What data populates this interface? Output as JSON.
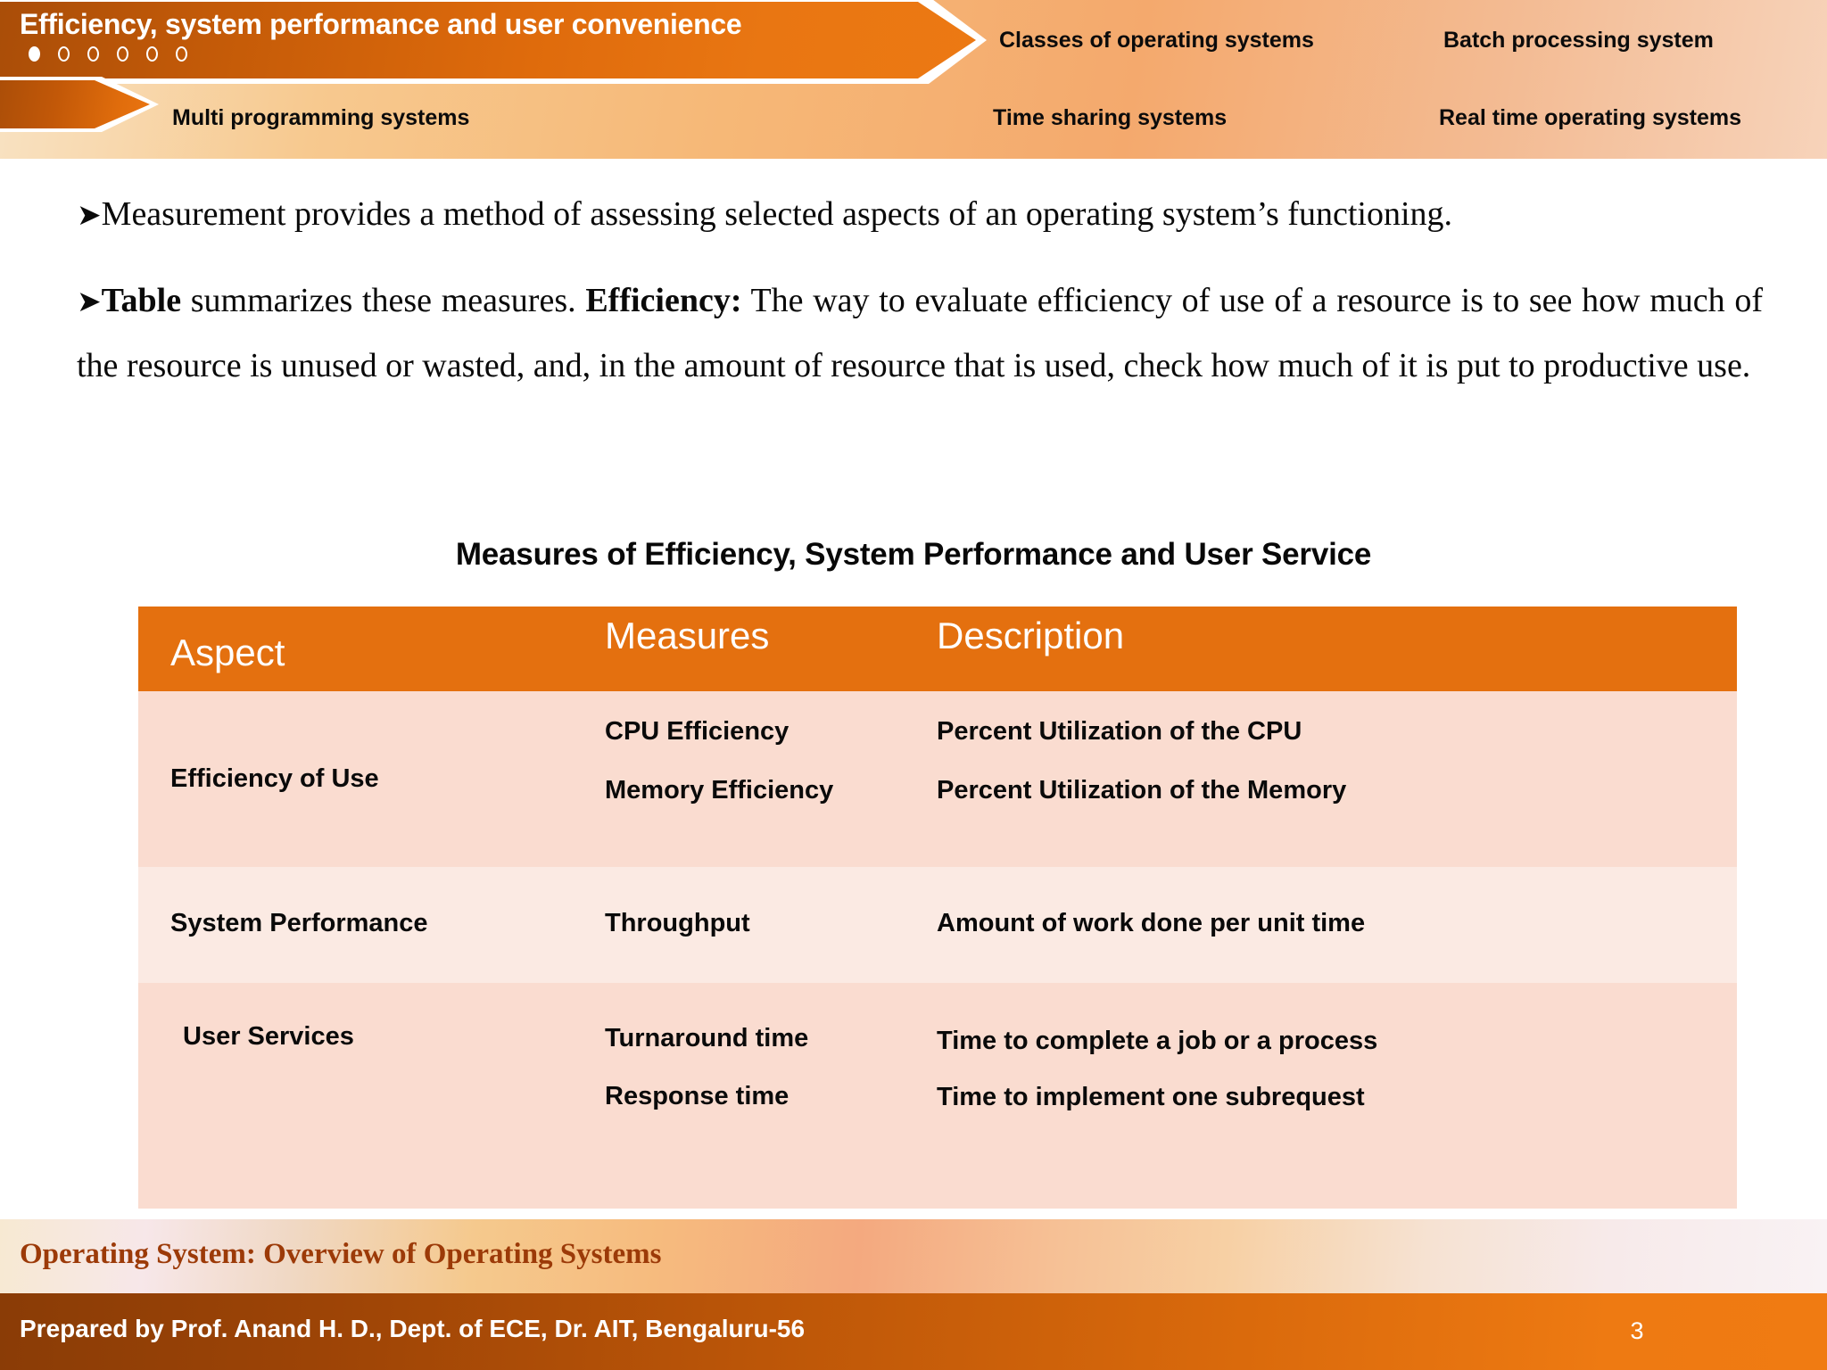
{
  "header": {
    "banner_title": "Efficiency, system performance and user convenience",
    "progress_dots": {
      "total": 6,
      "active_index": 0
    },
    "nav_items": [
      {
        "id": "classes",
        "label": "Classes of operating systems"
      },
      {
        "id": "batch",
        "label": "Batch processing system"
      },
      {
        "id": "multi",
        "label": "Multi programming systems"
      },
      {
        "id": "timesharing",
        "label": "Time sharing systems"
      },
      {
        "id": "realtime",
        "label": "Real time operating systems"
      }
    ]
  },
  "body": {
    "bullet_glyph": "➤",
    "para1_text": "Measurement provides a method of assessing selected aspects of an operating system’s functioning.",
    "para2_lead": "Table",
    "para2_mid": " summarizes these measures. ",
    "para2_bold2": "Efficiency:",
    "para2_rest": " The way to evaluate efficiency of use of a resource is to see how much of the resource is unused or wasted, and, in the amount of resource that is used, check how much of it is put to productive use."
  },
  "table": {
    "title": "Measures of Efficiency, System Performance and User Service",
    "columns": [
      "Aspect",
      "Measures",
      "Description"
    ],
    "rows": [
      {
        "aspect": "Efficiency of Use",
        "lines": [
          {
            "measure": "CPU Efficiency",
            "description": "Percent Utilization of the CPU"
          },
          {
            "measure": "Memory Efficiency",
            "description": "Percent Utilization of the Memory"
          }
        ]
      },
      {
        "aspect": "System Performance",
        "lines": [
          {
            "measure": "Throughput",
            "description": "Amount of work done per unit time"
          }
        ]
      },
      {
        "aspect": "User Services",
        "lines": [
          {
            "measure": "Turnaround time",
            "description": "Time to complete a job or a process"
          },
          {
            "measure": "Response time",
            "description": "Time to implement one subrequest"
          }
        ]
      }
    ]
  },
  "footer": {
    "title": "Operating System: Overview of Operating Systems",
    "credit": "Prepared by Prof. Anand H. D., Dept. of ECE,  Dr. AIT, Bengaluru-56",
    "page_number": "3"
  },
  "colors": {
    "accent_orange": "#e4700f",
    "dark_orange": "#a94d08",
    "row_dark": "#fadcd0",
    "row_light": "#fbeae3",
    "footer_title": "#9c3a08"
  }
}
